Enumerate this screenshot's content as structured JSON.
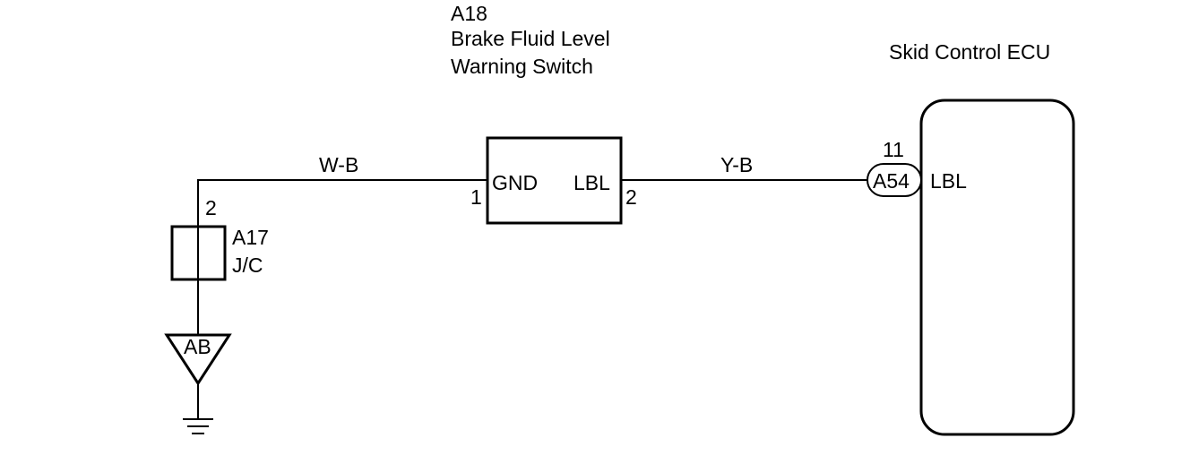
{
  "switch": {
    "code": "A18",
    "name_line1": "Brake Fluid Level",
    "name_line2": "Warning Switch",
    "pin_left_label": "GND",
    "pin_right_label": "LBL",
    "pin_left_number": "1",
    "pin_right_number": "2"
  },
  "ecu": {
    "name": "Skid Control ECU",
    "connector": "A54",
    "pin_number": "11",
    "pin_label": "LBL"
  },
  "junction": {
    "pin_number": "2",
    "code": "A17",
    "name": "J/C"
  },
  "ground": {
    "label": "AB"
  },
  "wires": {
    "left": "W-B",
    "right": "Y-B"
  }
}
